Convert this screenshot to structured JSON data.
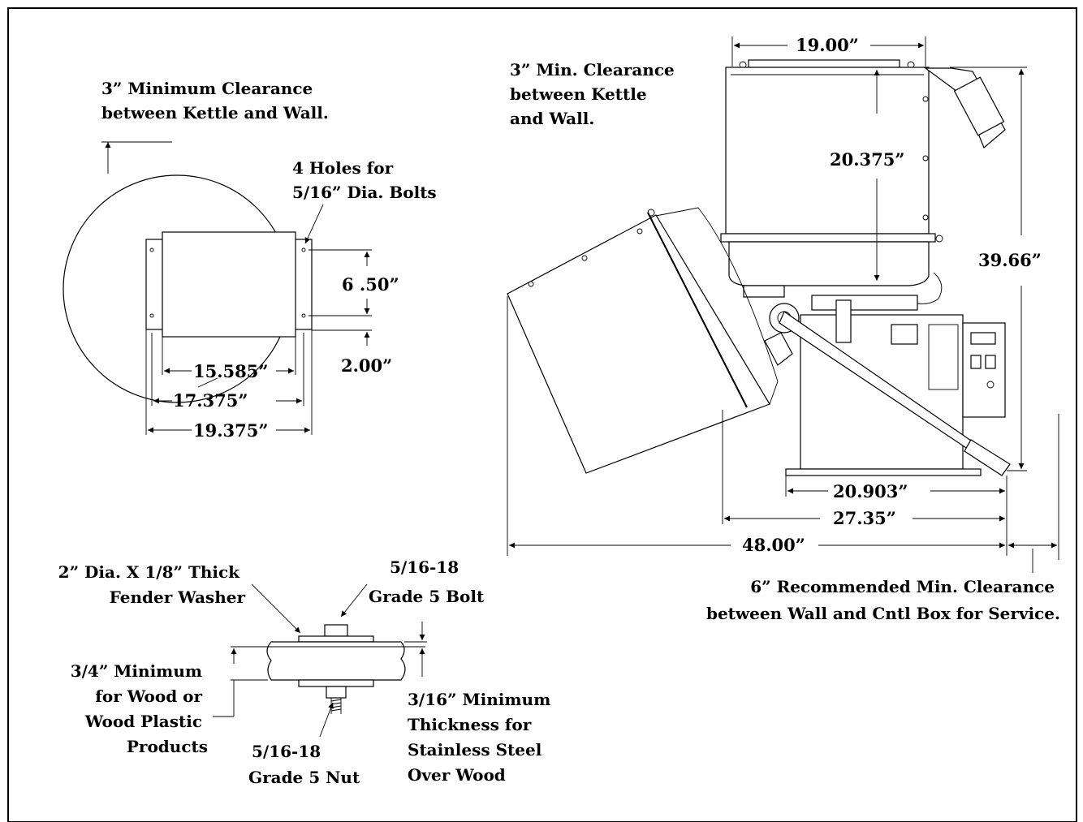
{
  "top_view": {
    "clearance_note": [
      "3” Minimum Clearance",
      "between Kettle and Wall."
    ],
    "holes_note": [
      "4 Holes for",
      "5/16” Dia. Bolts"
    ],
    "dim_hole_spacing": "6 .50”",
    "dim_edge": "2.00”",
    "dim_inner_width": "15.585”",
    "dim_mid_width": "17.375”",
    "dim_outer_width": "19.375”"
  },
  "side_view": {
    "dim_top_width": "19.00”",
    "clearance_note": [
      "3” Min. Clearance",
      "between Kettle",
      "and Wall."
    ],
    "dim_kettle_height": "20.375”",
    "dim_total_height": "39.66”",
    "dim_base_width": "20.903”",
    "dim_body_width": "27.35”",
    "dim_overall_width": "48.00”",
    "service_note": [
      "6” Recommended Min. Clearance",
      "between Wall and Cntl Box for Service."
    ]
  },
  "mounting_detail": {
    "washer_note": [
      "2” Dia. X 1/8” Thick",
      "Fender Washer"
    ],
    "bolt_note": [
      "5/16-18",
      "Grade 5 Bolt"
    ],
    "wood_note": [
      "3/4” Minimum",
      "for Wood or",
      "Wood Plastic",
      "Products"
    ],
    "nut_note": [
      "5/16-18",
      "Grade 5 Nut"
    ],
    "steel_note": [
      "3/16” Minimum",
      "Thickness for",
      "Stainless Steel",
      "Over Wood"
    ]
  }
}
